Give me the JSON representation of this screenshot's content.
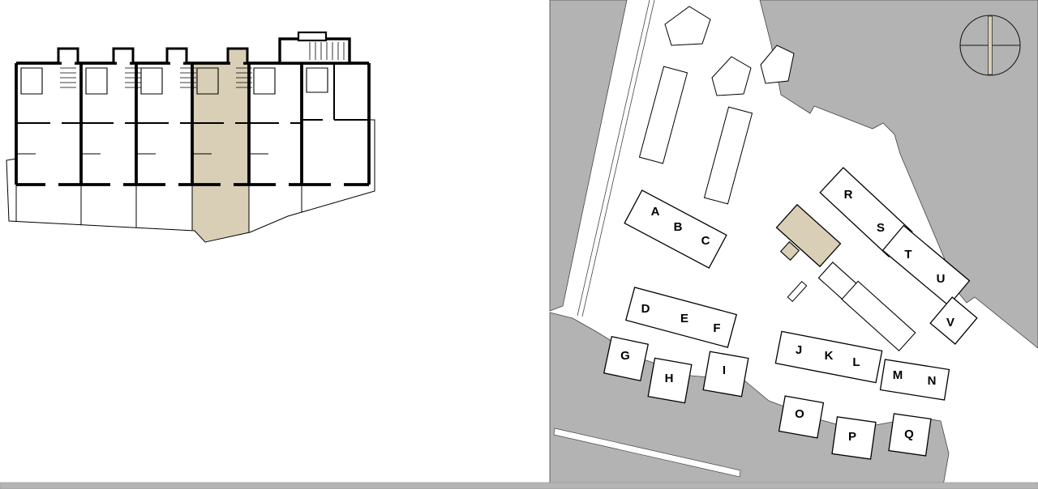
{
  "panels": {
    "floor_plan": {
      "name": "unit-floor-plan",
      "highlight_color": "#d8cfb6",
      "wall_color": "#000000"
    },
    "site_plan": {
      "name": "development-site-plan",
      "surrounding_color": "#b3b3b3",
      "highlight_color": "#d8cfb6",
      "compass_icon": "compass-rose",
      "units": [
        {
          "label": "A"
        },
        {
          "label": "B"
        },
        {
          "label": "C"
        },
        {
          "label": "D"
        },
        {
          "label": "E"
        },
        {
          "label": "F"
        },
        {
          "label": "G"
        },
        {
          "label": "H"
        },
        {
          "label": "I"
        },
        {
          "label": "J"
        },
        {
          "label": "K"
        },
        {
          "label": "L"
        },
        {
          "label": "M"
        },
        {
          "label": "N"
        },
        {
          "label": "O"
        },
        {
          "label": "P"
        },
        {
          "label": "Q"
        },
        {
          "label": "R"
        },
        {
          "label": "S"
        },
        {
          "label": "T"
        },
        {
          "label": "U"
        },
        {
          "label": "V"
        }
      ]
    },
    "footer": {
      "bar_color": "#b5b5b5"
    }
  }
}
